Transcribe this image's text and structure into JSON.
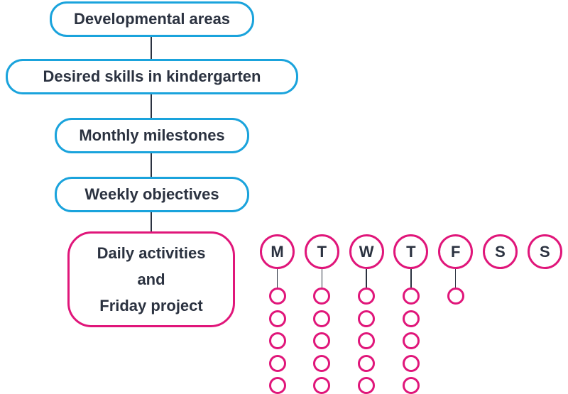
{
  "levels": [
    {
      "label": "Developmental areas"
    },
    {
      "label": "Desired skills in kindergarten"
    },
    {
      "label": "Monthly milestones"
    },
    {
      "label": "Weekly objectives"
    }
  ],
  "daily": {
    "lines": [
      "Daily activities",
      "and",
      "Friday project"
    ]
  },
  "days": [
    {
      "label": "M",
      "activities": 5
    },
    {
      "label": "T",
      "activities": 5
    },
    {
      "label": "W",
      "activities": 5
    },
    {
      "label": "T",
      "activities": 5
    },
    {
      "label": "F",
      "activities": 1
    },
    {
      "label": "S",
      "activities": 0
    },
    {
      "label": "S",
      "activities": 0
    }
  ],
  "colors": {
    "blue": "#1aa3dc",
    "pink": "#e0167a",
    "text": "#2b3240"
  }
}
